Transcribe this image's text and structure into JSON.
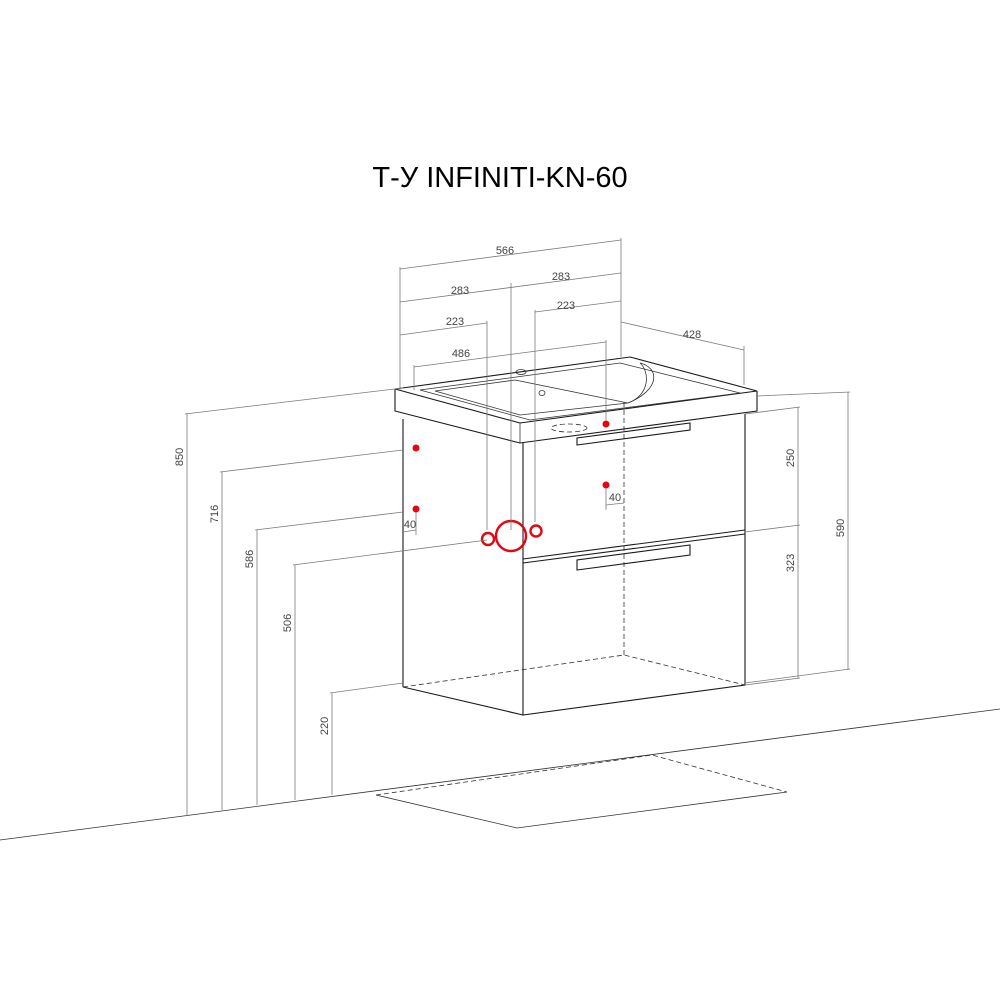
{
  "title": "Т-У INFINITI-KN-60",
  "colors": {
    "outline": "#1a1a1a",
    "dimension": "#7a7a7a",
    "connection_points": "#e30613"
  },
  "dimensions": {
    "w_566": "566",
    "w_283_left": "283",
    "w_283_right": "283",
    "w_223_left": "223",
    "w_223_right": "223",
    "w_486": "486",
    "depth_428": "428",
    "h_850": "850",
    "h_716": "716",
    "h_586": "586",
    "h_506": "506",
    "h_220": "220",
    "h_250": "250",
    "h_323": "323",
    "h_590": "590",
    "off_40_left": "40",
    "off_40_center": "40"
  }
}
